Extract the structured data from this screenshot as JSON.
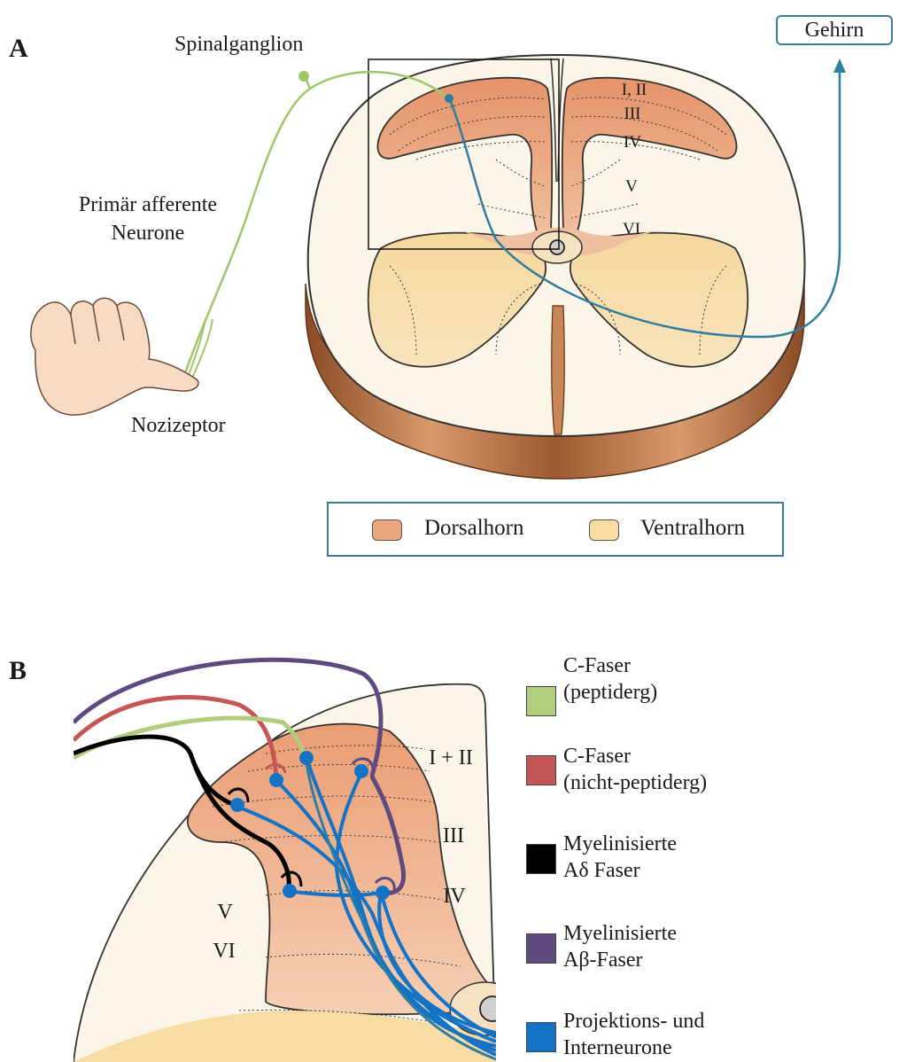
{
  "panel_a": {
    "label": "A",
    "spinalganglion": "Spinalganglion",
    "afferent_line1": "Primär afferente",
    "afferent_line2": "Neurone",
    "nozizeptor": "Nozizeptor",
    "gehirn": "Gehirn",
    "laminae": [
      "I, II",
      "III",
      "IV",
      "V",
      "VI"
    ],
    "legend": [
      {
        "label": "Dorsalhorn",
        "color": "#eaa77f"
      },
      {
        "label": "Ventralhorn",
        "color": "#f7dca4"
      }
    ]
  },
  "panel_b": {
    "label": "B",
    "laminae": [
      "I + II",
      "III",
      "IV",
      "V",
      "VI"
    ],
    "key": [
      {
        "line1": "C-Faser",
        "line2": "(peptiderg)",
        "color": "#b1ce7c"
      },
      {
        "line1": "C-Faser",
        "line2": "(nicht-peptiderg)",
        "color": "#c55656"
      },
      {
        "line1": "Myelinisierte",
        "line2": "Aδ Faser",
        "color": "#000000"
      },
      {
        "line1": "Myelinisierte",
        "line2": "Aβ-Faser",
        "color": "#5e4a7e"
      },
      {
        "line1": "Projektions- und",
        "line2": "Interneurone",
        "color": "#1573c6"
      }
    ]
  },
  "colors": {
    "white_matter": "#fbf6e8",
    "dorsal_horn": "#eaa77f",
    "ventral_horn": "#f7dca4",
    "meninges": "#b26d40",
    "projection_neuron": "#2f7ea0",
    "afferent": "#9cc86a"
  }
}
